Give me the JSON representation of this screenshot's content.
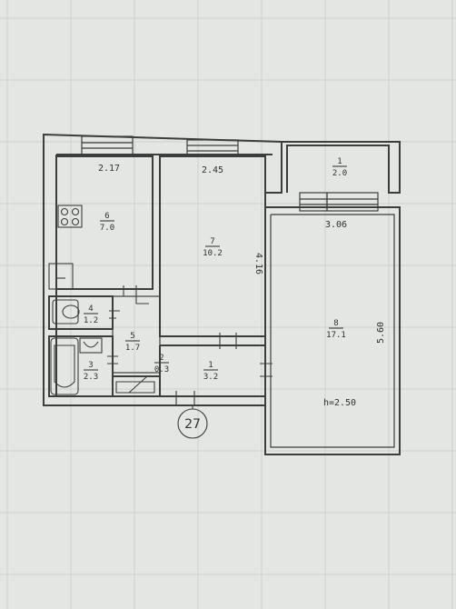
{
  "plan": {
    "dimensions": {
      "kitchen_width": "2.17",
      "bedroom_width": "2.45",
      "living_width": "3.06",
      "bedroom_depth": "4.16",
      "living_depth": "5.60",
      "ceiling_height": "h=2.50"
    },
    "rooms": [
      {
        "id": "balcony",
        "number": "1",
        "area": "2.0"
      },
      {
        "id": "kitchen",
        "number": "6",
        "area": "7.0"
      },
      {
        "id": "bedroom",
        "number": "7",
        "area": "10.2"
      },
      {
        "id": "living",
        "number": "8",
        "area": "17.1"
      },
      {
        "id": "toilet",
        "number": "4",
        "area": "1.2"
      },
      {
        "id": "corridor",
        "number": "5",
        "area": "1.7"
      },
      {
        "id": "closet",
        "number": "2",
        "area": "0.3"
      },
      {
        "id": "bathroom",
        "number": "3",
        "area": "2.3"
      },
      {
        "id": "hall",
        "number": "1",
        "area": "3.2"
      }
    ],
    "apartment_number": "27"
  }
}
